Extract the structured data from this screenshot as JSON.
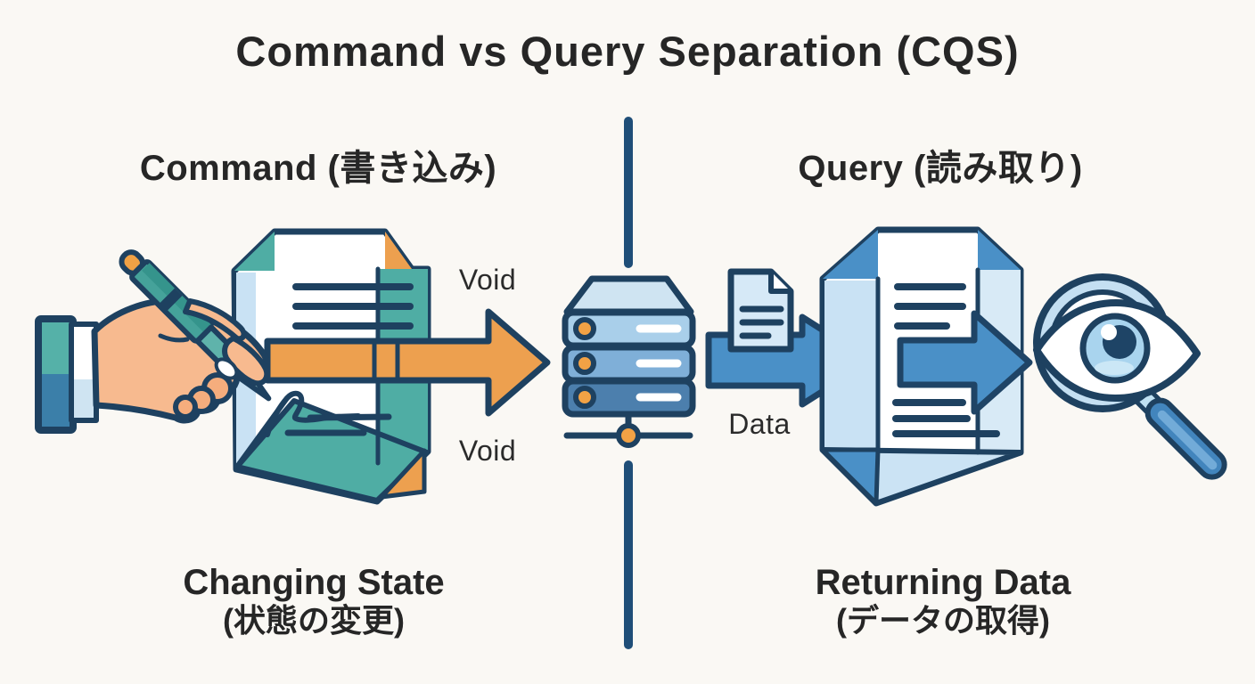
{
  "title": "Command vs Query Separation (CQS)",
  "left": {
    "heading": "Command (書き込み)",
    "void_top": "Void",
    "void_bottom": "Void",
    "caption_en": "Changing State",
    "caption_ja": "(状態の変更)"
  },
  "right": {
    "heading": "Query (読み取り)",
    "data_label": "Data",
    "caption_en": "Returning Data",
    "caption_ja": "(データの取得)"
  },
  "icons": {
    "left_icons": [
      "writing-hand-icon",
      "pen-icon",
      "document-write-icon",
      "command-arrow-icon"
    ],
    "center_icons": [
      "vertical-divider",
      "database-server-icon",
      "network-node-icon"
    ],
    "right_icons": [
      "file-icon",
      "data-arrow-icon",
      "document-read-icon",
      "query-arrow-icon",
      "magnifier-eye-icon"
    ]
  },
  "colors": {
    "background": "#FAF8F4",
    "outline_navy": "#1E4160",
    "divider_navy": "#1F4E78",
    "orange": "#EDA04F",
    "orange_led": "#F2A245",
    "teal": "#4FADA4",
    "blue": "#4A90C7",
    "light_blue": "#C9E2F4",
    "pale_blue": "#D8EAF6",
    "skin": "#F7BA8F",
    "skin_shadow": "#F2A476",
    "text": "#262626"
  }
}
